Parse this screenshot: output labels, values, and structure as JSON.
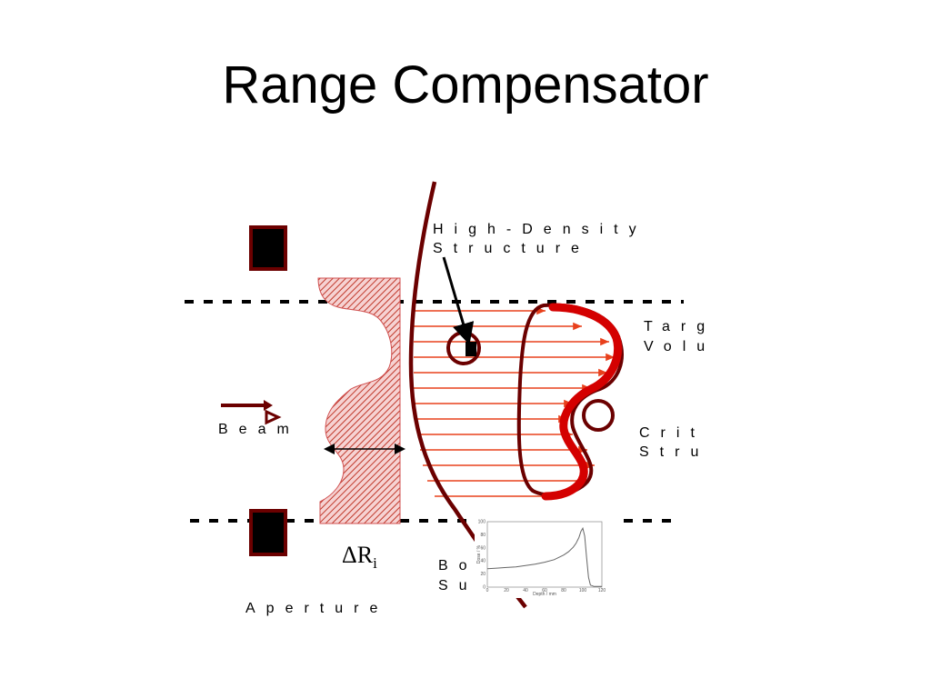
{
  "slide": {
    "title": "Range Compensator"
  },
  "labels": {
    "high_density_1": "High-Density",
    "high_density_2": "Structure",
    "target_1": "Targ",
    "target_2": "Volu",
    "critical_1": "Crit",
    "critical_2": "Stru",
    "beam": "Beam",
    "bolus_1": "Bo",
    "bolus_2": "Su",
    "aperture": "Aperture",
    "delta_r": "ΔR",
    "delta_r_sub": "i"
  },
  "colors": {
    "dark_red": "#6b0000",
    "bright_red": "#d40000",
    "ray": "#e8401c",
    "hatch": "#c0392b"
  },
  "inset_chart": {
    "x_ticks": [
      "0",
      "20",
      "40",
      "60",
      "80",
      "100",
      "120"
    ],
    "y_ticks": [
      "0",
      "20",
      "40",
      "60",
      "80",
      "100"
    ],
    "xlabel": "Depth / mm",
    "ylabel": "Dose / %"
  },
  "chart_data": {
    "type": "line",
    "xlabel": "Depth / mm",
    "ylabel": "Dose / %",
    "xlim": [
      0,
      120
    ],
    "ylim": [
      0,
      100
    ],
    "x_ticks": [
      0,
      20,
      40,
      60,
      80,
      100,
      120
    ],
    "y_ticks": [
      0,
      20,
      40,
      60,
      80,
      100
    ],
    "series": [
      {
        "x": [
          0,
          10,
          20,
          30,
          40,
          50,
          60,
          70,
          80,
          85,
          90,
          93,
          96,
          98,
          100,
          102,
          104,
          106,
          108,
          112,
          120
        ],
        "y": [
          28,
          29,
          30,
          31,
          33,
          35,
          38,
          42,
          49,
          54,
          61,
          67,
          76,
          85,
          90,
          78,
          45,
          15,
          3,
          1,
          1
        ]
      }
    ]
  }
}
